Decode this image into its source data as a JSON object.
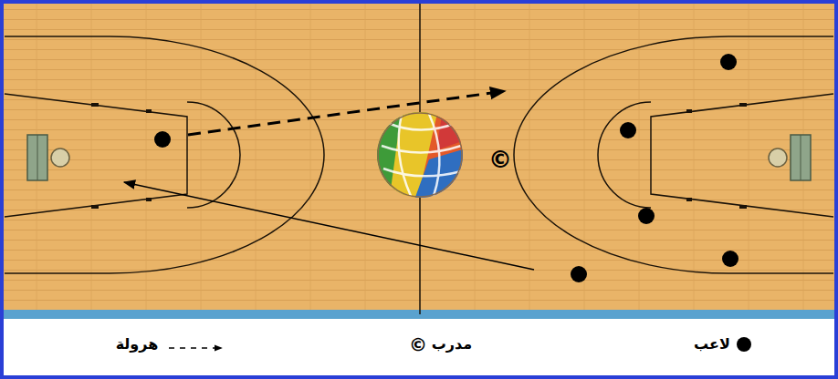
{
  "diagram": {
    "labels": [
      "©",
      "©"
    ],
    "legend": [
      {
        "text": "لاعب"
      },
      {
        "text": "مدرب"
      },
      {
        "text": "هرولة"
      }
    ]
  }
}
